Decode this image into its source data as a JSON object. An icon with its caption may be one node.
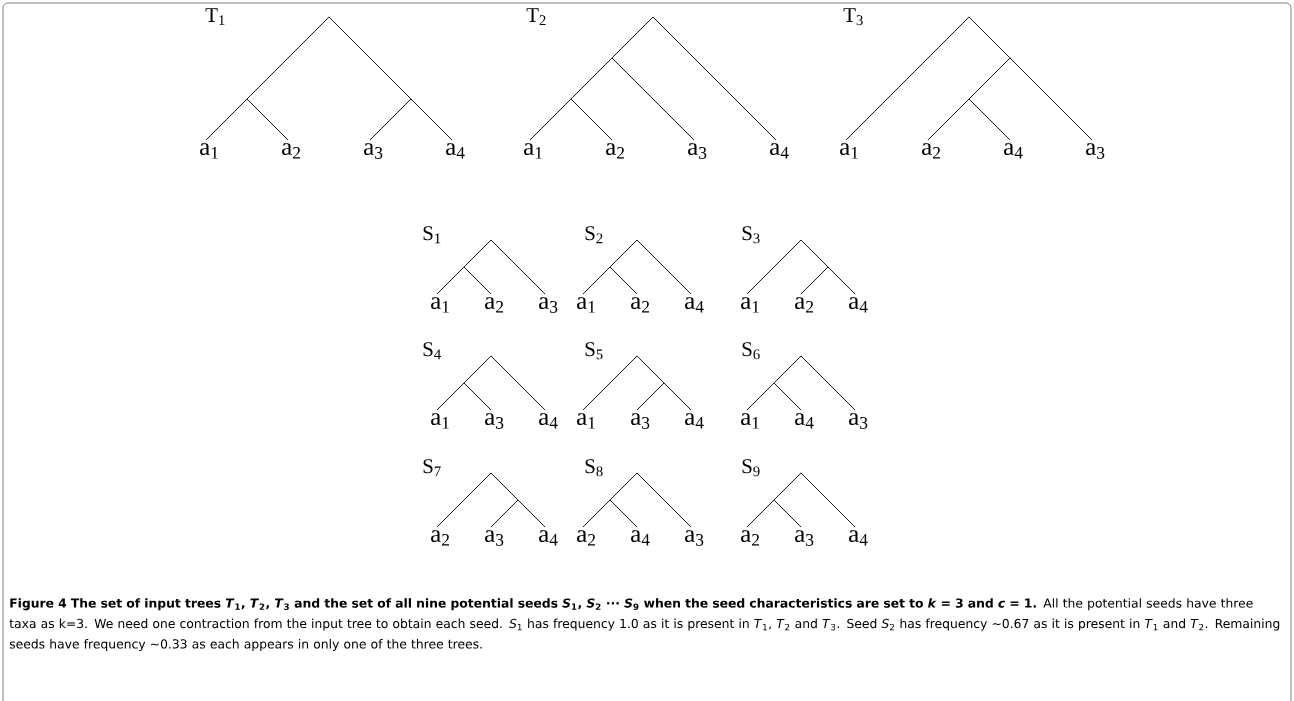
{
  "diagram": {
    "caption": "**Figure 4 The set of input trees *T*$_{1}$, *T*$_{2}$, *T*$_{3}$ and the set of all nine potential seeds *S*$_{1}$, *S*$_{2}$ ··· *S*$_{9}$ when the seed characteristics are set to *k* = 3 and *c* = 1.** All the potential seeds have three taxa as k=3. We need one contraction from the input tree to obtain each seed. *S*$_{1}$ has frequency 1.0 as it is present in *T*$_{1}$, *T*$_{2}$ and *T*$_{3}$. Seed *S*$_{2}$ has frequency ∼0.67 as it is present in *T*$_{1}$ and *T*$_{2}$. Remaining seeds have frequency ∼0.33 as each appears in only one of the three trees.",
    "labels": [
      "T$_{1}$",
      "T$_{2}$",
      "T$_{3}$",
      "a$_{1}$",
      "a$_{2}$",
      "a$_{3}$",
      "a$_{4}$",
      "a$_{1}$",
      "a$_{2}$",
      "a$_{3}$",
      "a$_{4}$",
      "a$_{1}$",
      "a$_{2}$",
      "a$_{4}$",
      "a$_{3}$",
      "S$_{1}$",
      "S$_{2}$",
      "S$_{3}$",
      "a$_{1}$",
      "a$_{2}$",
      "a$_{3}$",
      "a$_{1}$",
      "a$_{2}$",
      "a$_{4}$",
      "a$_{1}$",
      "a$_{2}$",
      "a$_{4}$",
      "S$_{4}$",
      "S$_{5}$",
      "S$_{6}$",
      "a$_{1}$",
      "a$_{3}$",
      "a$_{4}$",
      "a$_{1}$",
      "a$_{3}$",
      "a$_{4}$",
      "a$_{1}$",
      "a$_{4}$",
      "a$_{3}$",
      "S$_{7}$",
      "S$_{8}$",
      "S$_{9}$",
      "a$_{2}$",
      "a$_{3}$",
      "a$_{4}$",
      "a$_{2}$",
      "a$_{4}$",
      "a$_{3}$",
      "a$_{2}$",
      "a$_{3}$",
      "a$_{4}$"
    ]
  }
}
